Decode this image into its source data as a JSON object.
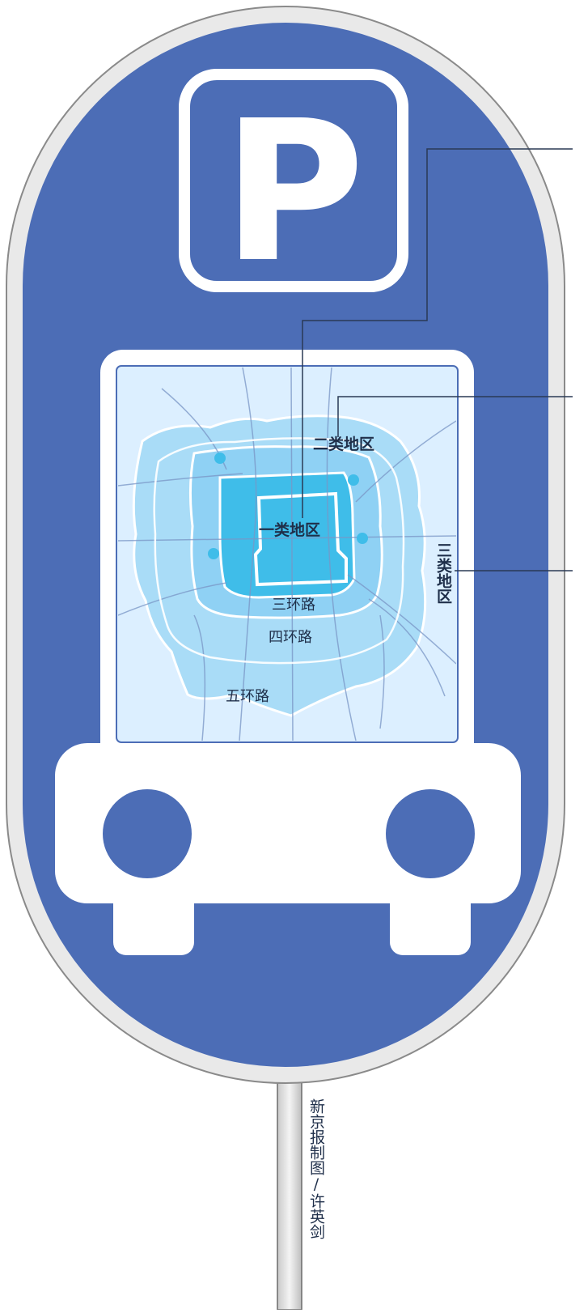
{
  "sign": {
    "symbol": "P",
    "colors": {
      "sign_blue": "#4c6db6",
      "map_light": "#dcefff",
      "zone3": "#a9dcf7",
      "zone2": "#8fd1f4",
      "zone1": "#3fbde9",
      "roads": "#7a96c6",
      "leader_line": "#2a3a55"
    }
  },
  "zones": {
    "zone1": "一类地区",
    "zone2": "二类地区",
    "zone3": "三类地区"
  },
  "rings": {
    "third": "三环路",
    "fourth": "四环路",
    "fifth": "五环路"
  },
  "credit": "新京报制图/许英剑"
}
